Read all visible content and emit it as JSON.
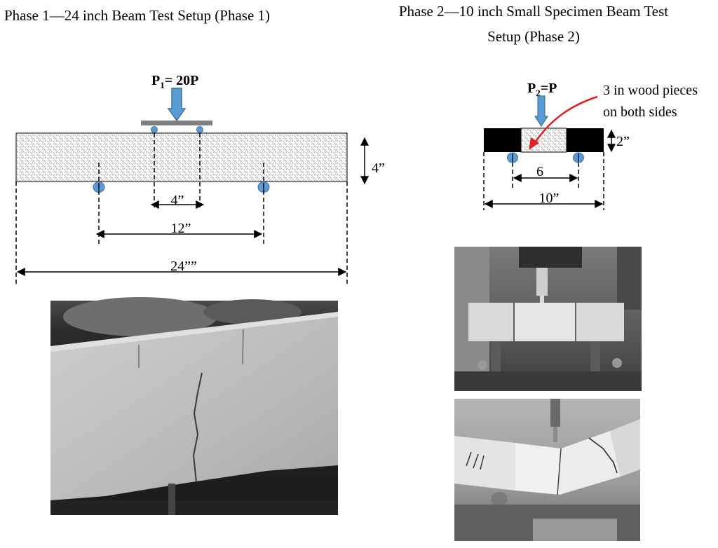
{
  "phase1": {
    "title": "Phase 1—24 inch Beam Test Setup (Phase 1)",
    "load_prefix": "P",
    "load_sub": "1",
    "load_suffix": "= 20P",
    "dim_depth": "4”",
    "dim_load_span": "4”",
    "dim_support_span": "12”",
    "dim_length": "24””"
  },
  "phase2": {
    "title_line1": "Phase 2—10 inch Small Specimen Beam Test",
    "title_line2": "Setup (Phase 2)",
    "load_prefix": "P",
    "load_sub": "2",
    "load_suffix": "=P",
    "wood_note_line1": "3 in wood pieces",
    "wood_note_line2": "on both sides",
    "dim_depth": "2”",
    "dim_support_span": "6",
    "dim_length": "10”"
  },
  "colors": {
    "arrow_fill": "#5b9bd5",
    "arrow_stroke": "#41719c",
    "support": "#5b9bd5",
    "red_arrow": "#e02020",
    "wood": "#000000"
  }
}
